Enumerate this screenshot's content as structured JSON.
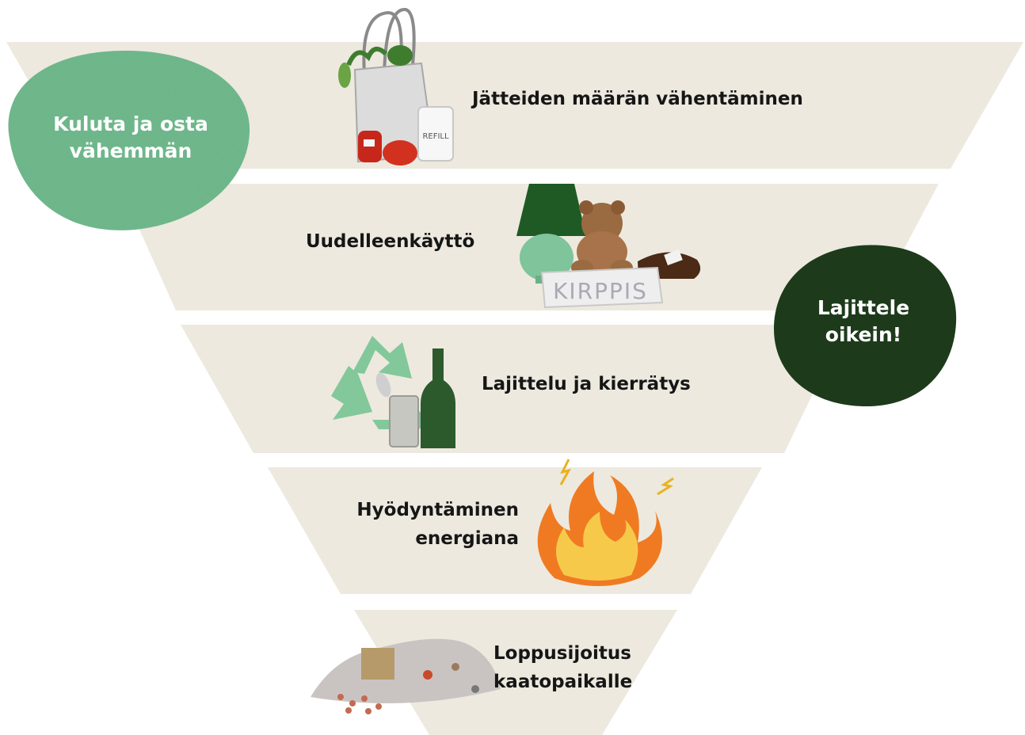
{
  "colors": {
    "tier": "#ede9df",
    "blob_light": "#6fb88c",
    "blob_dark": "#1d3b1b",
    "label": "#161616",
    "blob_text": "#ffffff"
  },
  "tiers": [
    {
      "label": "Jätteiden määrän vähentäminen",
      "icon": "shopping-bag-icon"
    },
    {
      "label": "Uudelleenkäyttö",
      "icon": "second-hand-items-icon",
      "sign_text": "KIRPPIS"
    },
    {
      "label": "Lajittelu ja kierrätys",
      "icon": "recycling-icon"
    },
    {
      "label": "Hyödyntäminen\nenergiana",
      "icon": "fire-icon"
    },
    {
      "label": "Loppusijoitus\nkaatopaikalle",
      "icon": "landfill-icon"
    }
  ],
  "callouts": {
    "consume_less": "Kuluta ja osta\nvähemmän",
    "sort_right": "Lajittele\noikein!"
  },
  "bag_text": "REFILL"
}
